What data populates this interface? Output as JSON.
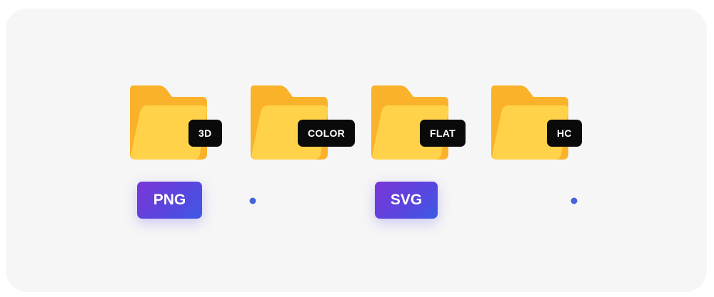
{
  "folders": [
    {
      "label": "3D"
    },
    {
      "label": "COLOR"
    },
    {
      "label": "FLAT"
    },
    {
      "label": "HC"
    }
  ],
  "formats": {
    "png": "PNG",
    "svg": "SVG"
  },
  "colors": {
    "folder_front": "#ffce45",
    "folder_back": "#f9b229",
    "tag_background": "#0a0a0a",
    "pill_gradient_start": "#7a36d6",
    "pill_gradient_end": "#3d5ae6",
    "line_blue": "#4664d8",
    "line_purple": "#8c2fb0"
  },
  "icons": {
    "folder": "folder-icon"
  }
}
